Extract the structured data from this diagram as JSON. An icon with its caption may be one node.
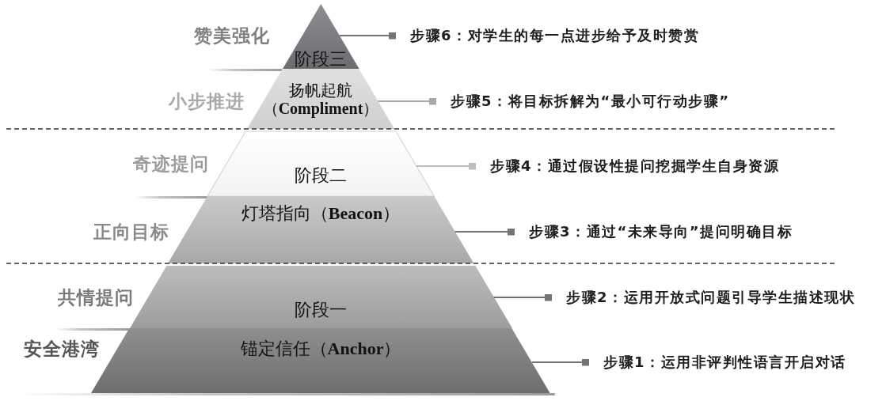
{
  "diagram": {
    "nodes": [
      {
        "text": [
          "阶段三"
        ],
        "beside": [
          "赞美强化"
        ]
      },
      {
        "text": [
          "扬帆起航（**Compliment**）"
        ],
        "beside": [
          "小步推进"
        ]
      },
      {
        "text": [
          "阶段二"
        ],
        "beside": [
          "奇迹提问"
        ]
      },
      {
        "text": [
          "灯塔指向（**Beacon**）"
        ],
        "beside": [
          "正向目标"
        ]
      },
      {
        "text": [
          "阶段一"
        ],
        "beside": [
          "共情提问"
        ]
      },
      {
        "text": [
          "锚定信任（**Anchor**）"
        ],
        "beside": [
          "安全港湾"
        ]
      },
      {
        "text": [
          "步骤6：对学生的每一点进步给予及时赞赏"
        ]
      },
      {
        "text": [
          "步骤5：将目标拆解为“最小可行动步骤”"
        ]
      },
      {
        "text": [
          "步骤4：通过假设性提问挖掘学生自身资源"
        ]
      },
      {
        "text": [
          "步骤3：通过“未来导向”提问明确目标"
        ]
      },
      {
        "text": [
          "步骤2：运用开放式问题引导学生描述现状"
        ]
      },
      {
        "text": [
          "步骤1：运用非评判性语言开启对话"
        ]
      }
    ],
    "edges": [
      {
        "from": 6,
        "to": 0,
        "arrow": "other"
      },
      {
        "from": 7,
        "to": 1,
        "arrow": "other",
        "color": "#a9a9a9"
      },
      {
        "from": 8,
        "to": 2,
        "arrow": "other",
        "color": "#bdbdbd"
      },
      {
        "from": 9,
        "to": 3,
        "arrow": "other"
      },
      {
        "from": 10,
        "to": 4,
        "arrow": "other"
      },
      {
        "from": 11,
        "to": 5,
        "arrow": "other"
      }
    ]
  }
}
